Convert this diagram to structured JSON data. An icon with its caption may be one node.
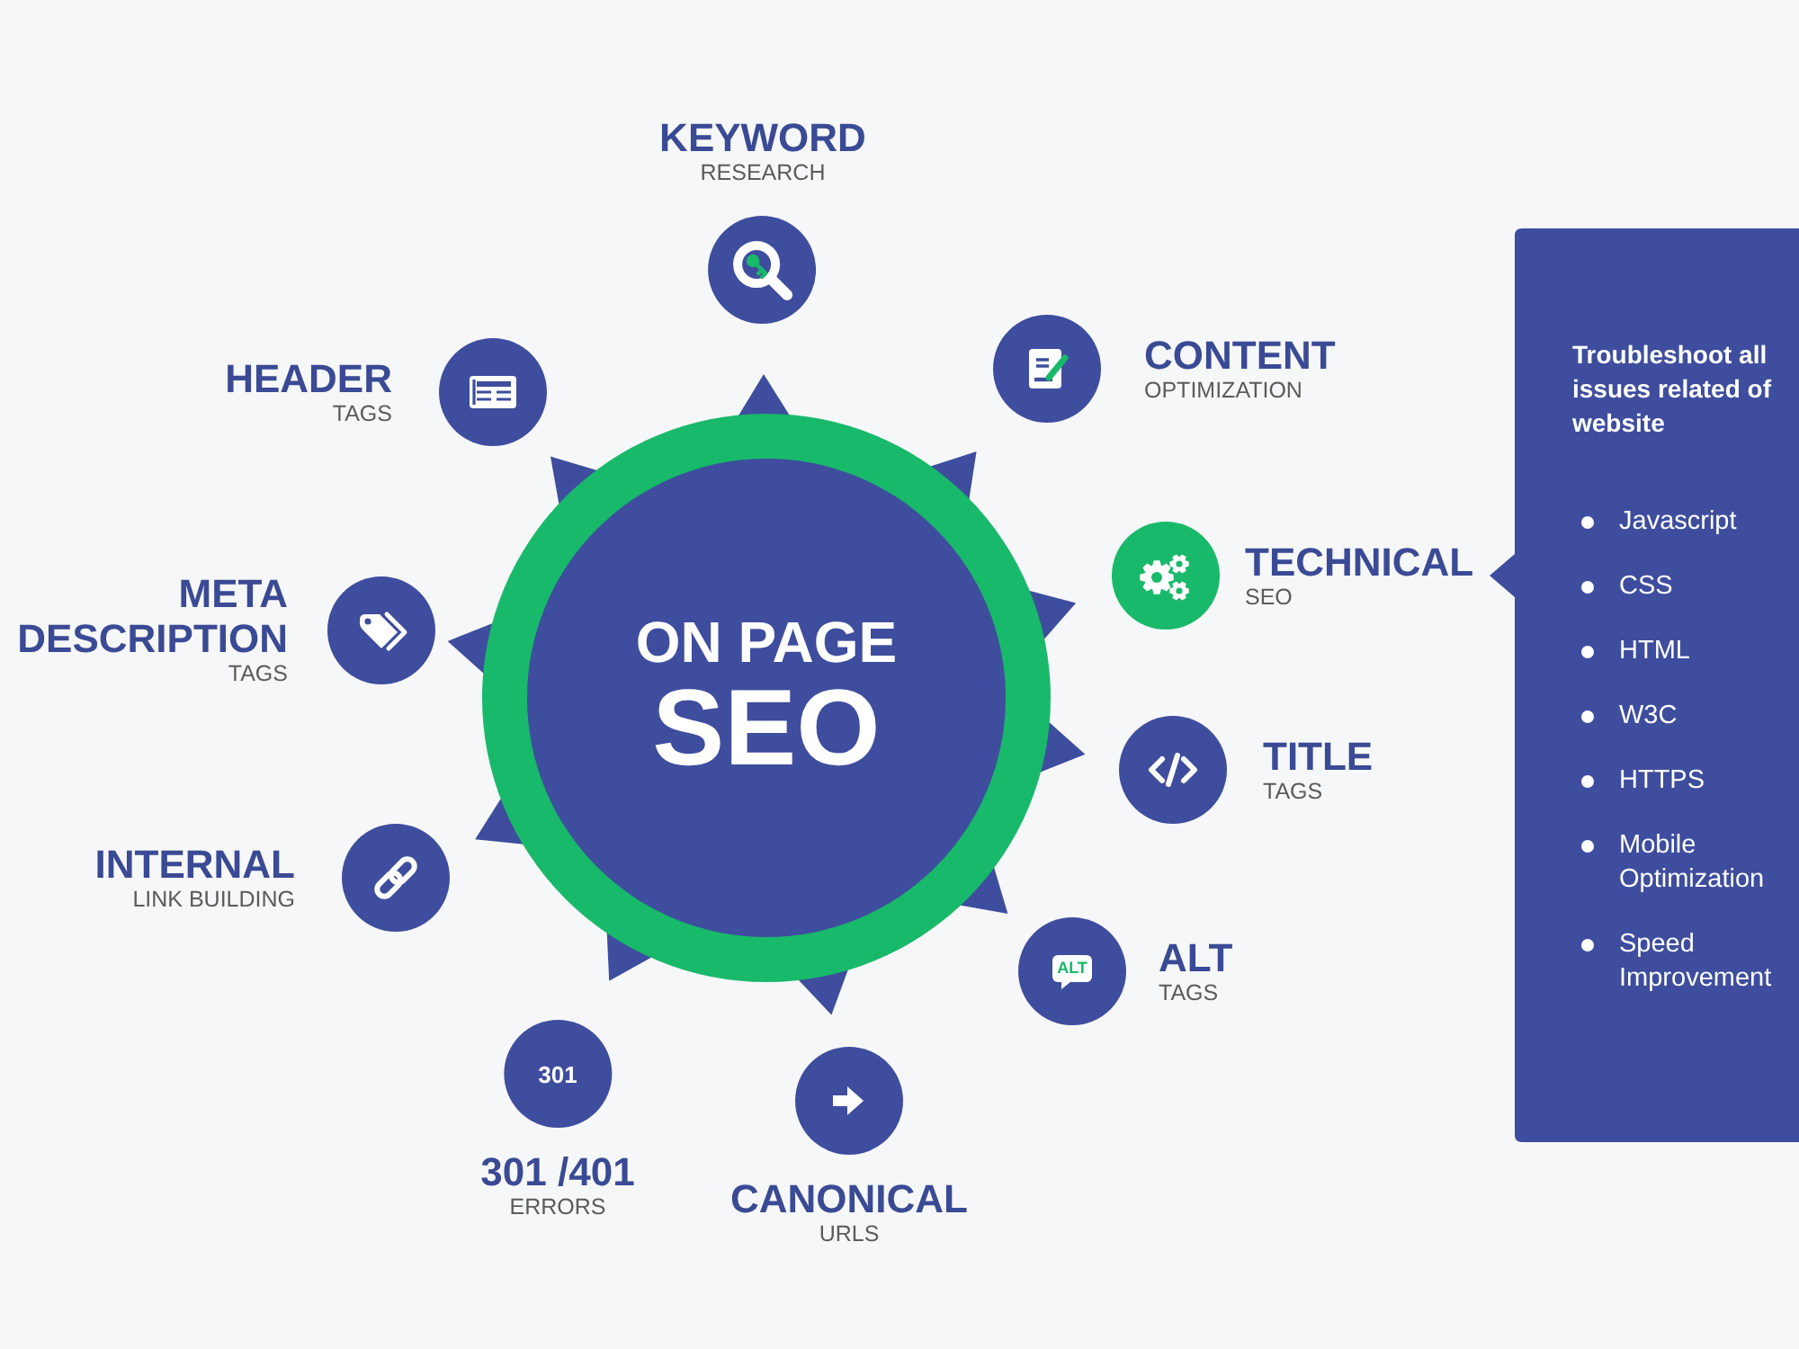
{
  "diagram": {
    "nodes": [
      {
        "text": [
          "ON PAGE",
          "SEO"
        ]
      },
      {
        "text": [
          "KEYWORD",
          "RESEARCH"
        ]
      },
      {
        "text": [
          "HEADER",
          "TAGS"
        ]
      },
      {
        "text": [
          "CONTENT",
          "OPTIMIZATION"
        ]
      },
      {
        "text": [
          "META DESCRIPTION",
          "TAGS"
        ]
      },
      {
        "text": [
          "TECHNICAL",
          "SEO"
        ]
      },
      {
        "text": [
          "INTERNAL",
          "LINK BUILDING"
        ]
      },
      {
        "text": [
          "TITLE",
          "TAGS"
        ]
      },
      {
        "text": [
          "ALT",
          "ALT",
          "TAGS"
        ]
      },
      {
        "text": [
          "301",
          "301 /401",
          "ERRORS"
        ]
      },
      {
        "text": [
          "CANONICAL",
          "URLS"
        ]
      },
      {
        "text": [
          "Troubleshoot all issues related of website",
          "Javascript",
          "CSS",
          "HTML",
          "W3C",
          "HTTPS",
          "Mobile Optimization",
          "Speed Improvement"
        ]
      }
    ]
  }
}
